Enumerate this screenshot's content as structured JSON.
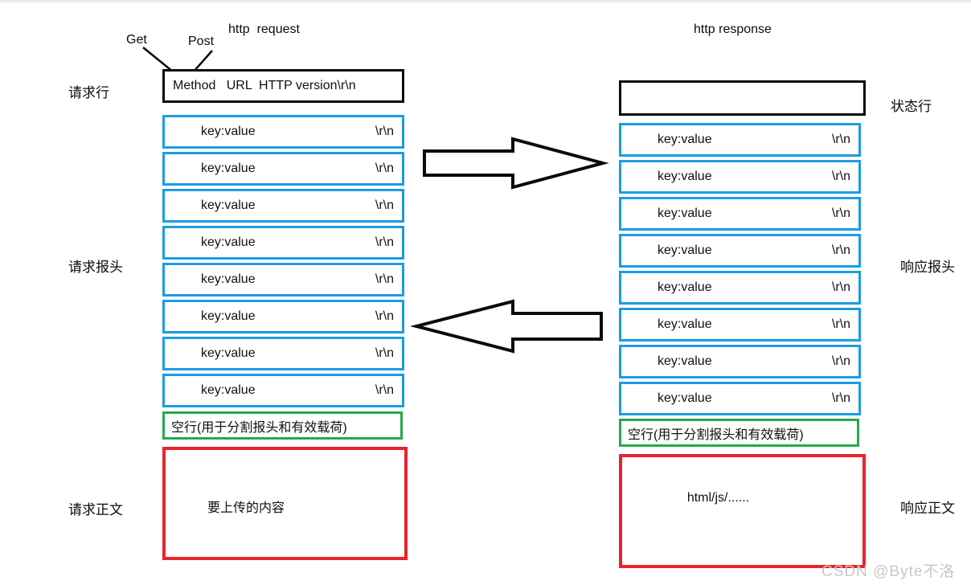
{
  "request": {
    "title": "http  request",
    "get_label": "Get",
    "post_label": "Post",
    "line_label": "请求行",
    "line_text": "Method   URL  HTTP version\\r\\n",
    "headers_label": "请求报头",
    "header_rows": [
      {
        "key": "key:value",
        "crlf": "\\r\\n"
      },
      {
        "key": "key:value",
        "crlf": "\\r\\n"
      },
      {
        "key": "key:value",
        "crlf": "\\r\\n"
      },
      {
        "key": "key:value",
        "crlf": "\\r\\n"
      },
      {
        "key": "key:value",
        "crlf": "\\r\\n"
      },
      {
        "key": "key:value",
        "crlf": "\\r\\n"
      },
      {
        "key": "key:value",
        "crlf": "\\r\\n"
      },
      {
        "key": "key:value",
        "crlf": "\\r\\n"
      }
    ],
    "blank_line": "空行(用于分割报头和有效载荷)",
    "body_label": "请求正文",
    "body_text": "要上传的内容"
  },
  "response": {
    "title": "http response",
    "status_label": "状态行",
    "headers_label": "响应报头",
    "header_rows": [
      {
        "key": "key:value",
        "crlf": "\\r\\n"
      },
      {
        "key": "key:value",
        "crlf": "\\r\\n"
      },
      {
        "key": "key:value",
        "crlf": "\\r\\n"
      },
      {
        "key": "key:value",
        "crlf": "\\r\\n"
      },
      {
        "key": "key:value",
        "crlf": "\\r\\n"
      },
      {
        "key": "key:value",
        "crlf": "\\r\\n"
      },
      {
        "key": "key:value",
        "crlf": "\\r\\n"
      },
      {
        "key": "key:value",
        "crlf": "\\r\\n"
      }
    ],
    "blank_line": "空行(用于分割报头和有效载荷)",
    "body_label": "响应正文",
    "body_text": "html/js/......"
  },
  "watermark": "CSDN @Byte不洛",
  "colors": {
    "header_border": "#1b9ce5",
    "blank_border": "#25aa48",
    "body_border": "#e9232d",
    "line_border": "#0a0a0a",
    "watermark": "#c8c8c8"
  }
}
